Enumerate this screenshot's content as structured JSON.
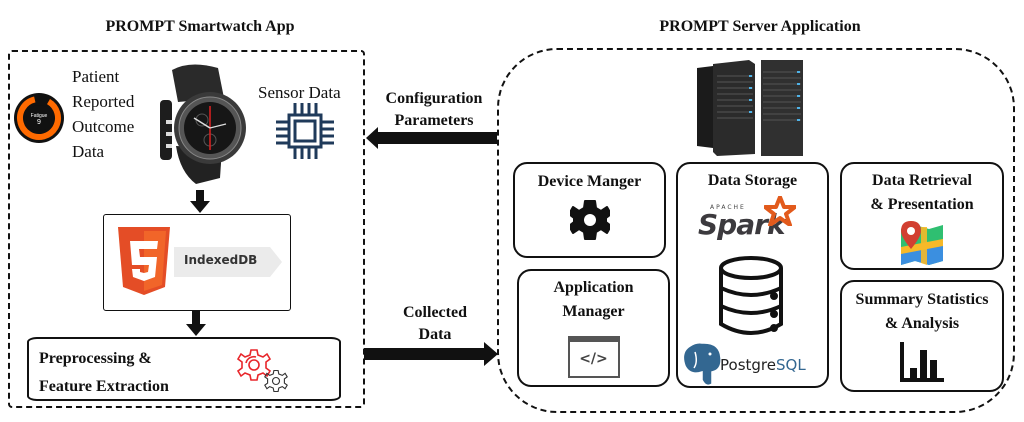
{
  "smartwatch": {
    "title": "PROMPT Smartwatch App",
    "pro_label_lines": [
      "Patient",
      "Reported",
      "Outcome",
      "Data"
    ],
    "pro_watch_face": {
      "label": "Fatigue",
      "value": "9",
      "ring_color": "#ff6a00"
    },
    "sensor_label": "Sensor Data",
    "storage": {
      "badge": "5",
      "label": "IndexedDB",
      "html5_color": "#e44d26"
    },
    "preprocessing": {
      "line1": "Preprocessing &",
      "line2": "Feature Extraction",
      "gear_primary_color": "#e8262b",
      "gear_secondary_color": "#333333"
    }
  },
  "arrows": {
    "config": {
      "line1": "Configuration",
      "line2": "Parameters",
      "direction": "server-to-watch"
    },
    "collected": {
      "line1": "Collected",
      "line2": "Data",
      "direction": "watch-to-server"
    }
  },
  "server": {
    "title": "PROMPT Server Application",
    "device_manager": {
      "title": "Device Manger"
    },
    "application_manager": {
      "line1": "Application",
      "line2": "Manager",
      "code_glyph": "</>"
    },
    "data_storage": {
      "title": "Data Storage",
      "spark_top": "APACHE",
      "spark_word": "Spark",
      "spark_star_color": "#e25a1c",
      "postgres_a": "Postgre",
      "postgres_b": "SQL",
      "postgres_color": "#336791"
    },
    "retrieval": {
      "line1": "Data Retrieval",
      "line2": "& Presentation"
    },
    "summary": {
      "line1": "Summary Statistics",
      "line2": "& Analysis"
    }
  }
}
